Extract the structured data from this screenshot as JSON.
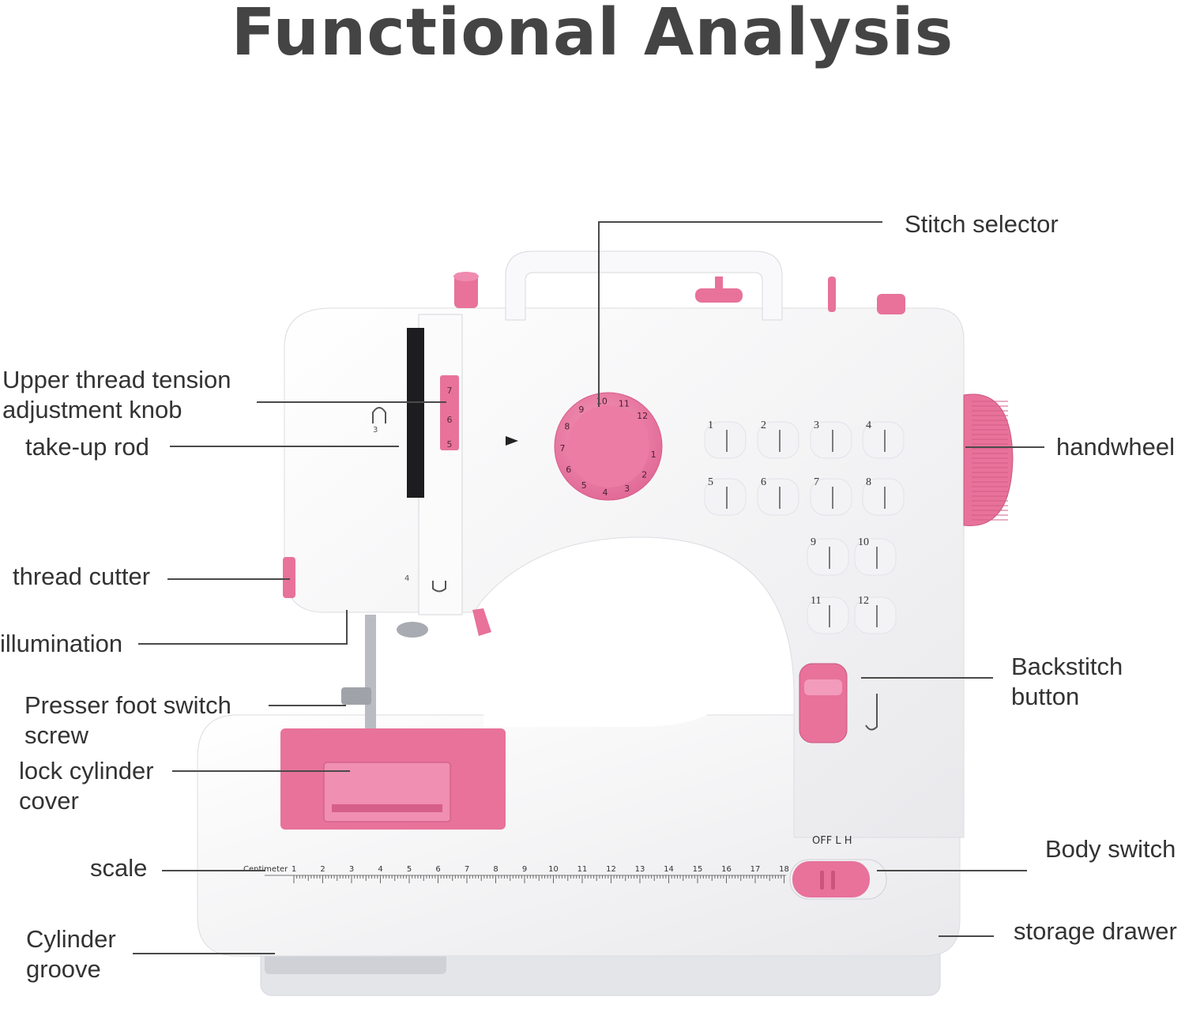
{
  "title": "Functional Analysis",
  "labels": {
    "stitch_selector": "Stitch selector",
    "tension_knob_line1": "Upper thread tension",
    "tension_knob_line2": "adjustment knob",
    "take_up_rod": "take-up rod",
    "handwheel": "handwheel",
    "thread_cutter": "thread cutter",
    "illumination": "illumination",
    "presser_foot_line1": "Presser foot switch",
    "presser_foot_line2": "screw",
    "lock_cover_line1": "lock cylinder",
    "lock_cover_line2": "cover",
    "backstitch_line1": "Backstitch",
    "backstitch_line2": "button",
    "scale": "scale",
    "body_switch": "Body switch",
    "storage_drawer": "storage drawer",
    "cylinder_groove_line1": "Cylinder",
    "cylinder_groove_line2": "groove"
  },
  "machine": {
    "switch_text": "OFF  L  H",
    "scale_unit": "Centimeter",
    "scale_numbers": [
      "1",
      "2",
      "3",
      "4",
      "5",
      "6",
      "7",
      "8",
      "9",
      "10",
      "11",
      "12",
      "13",
      "14",
      "15",
      "16",
      "17",
      "18"
    ],
    "stitch_numbers": [
      "1",
      "2",
      "3",
      "4",
      "5",
      "6",
      "7",
      "8",
      "9",
      "10",
      "11",
      "12"
    ],
    "dial_numbers": [
      "1",
      "2",
      "3",
      "4",
      "5",
      "6",
      "7",
      "8",
      "9",
      "10",
      "11",
      "12"
    ],
    "tension_numbers": [
      "7",
      "6",
      "5"
    ],
    "thread_guide_3": "3",
    "thread_guide_4": "4"
  },
  "colors": {
    "accent_pink": "#e8729a",
    "body_white": "#f7f7f7",
    "text": "#333333",
    "title": "#444444"
  }
}
